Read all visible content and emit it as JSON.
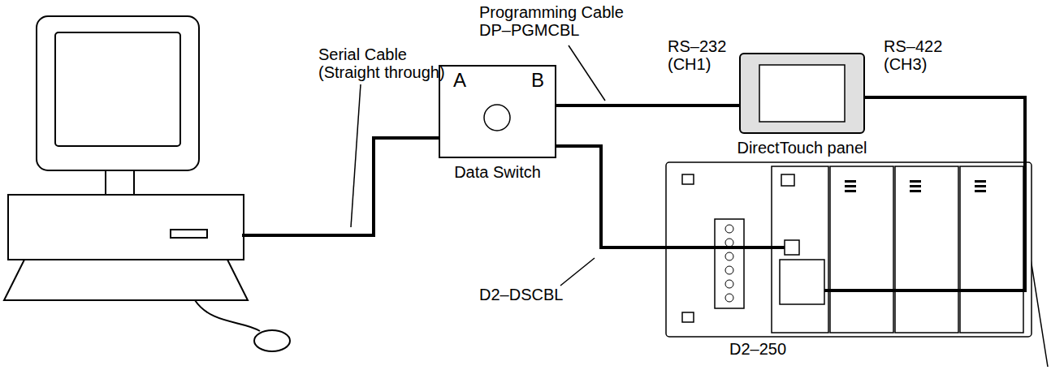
{
  "diagram": {
    "nodes": [
      {
        "text": [
          "A",
          "B",
          "Data Switch"
        ]
      },
      {
        "text": [
          "DirectTouch panel"
        ]
      },
      {
        "text": [
          "D2–250"
        ]
      }
    ],
    "edges": [
      {
        "from": 0,
        "to": 1,
        "arrow": "none"
      },
      {
        "from": 0,
        "to": 2,
        "arrow": "none"
      },
      {
        "from": 1,
        "to": 2,
        "arrow": "none"
      }
    ],
    "labels": [
      "Programming Cable DP–PGMCBL",
      "Serial Cable (Straight through)",
      "RS–232 (CH1)",
      "RS–422 (CH3)",
      "D2–DSCBL"
    ]
  }
}
